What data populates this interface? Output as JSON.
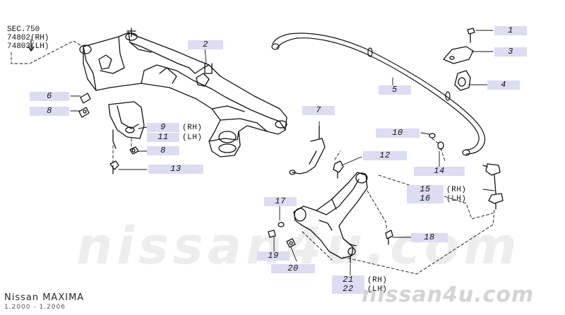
{
  "section_ref": {
    "sec": "SEC.750",
    "rh": "74802(RH)",
    "lh": "74803(LH)"
  },
  "callouts": {
    "c1": "1",
    "c2": "2",
    "c3": "3",
    "c4": "4",
    "c5": "5",
    "c6": "6",
    "c7": "7",
    "c8a": "8",
    "c8b": "8",
    "c9": "9",
    "c10": "10",
    "c11": "11",
    "c12": "12",
    "c13": "13",
    "c14": "14",
    "c15": "15",
    "c16": "16",
    "c17": "17",
    "c18": "18",
    "c19": "19",
    "c20": "20",
    "c21": "21",
    "c22": "22"
  },
  "side_labels": {
    "rh": "(RH)",
    "lh": "(LH)"
  },
  "footer": {
    "model": "Nissan MAXIMA",
    "range": "1.2000 - 1.2006"
  },
  "watermark": {
    "big": "nissan4u.com",
    "small": "nissan4u.com"
  },
  "colors": {
    "callout_bg": "#dcdcf2",
    "line": "#111111",
    "watermark": "#ededed"
  }
}
